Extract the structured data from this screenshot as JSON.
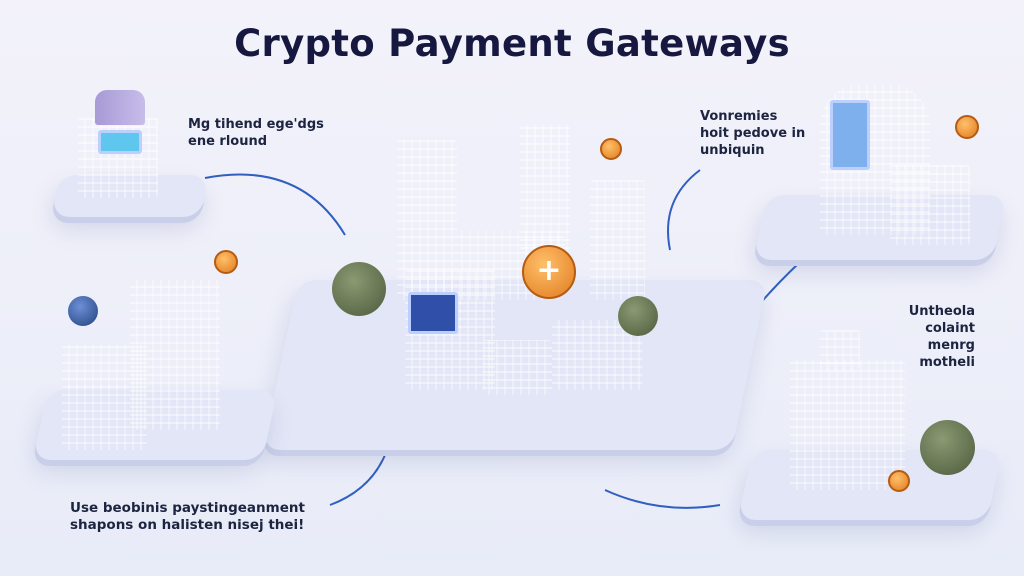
{
  "title": "Crypto Payment Gateways",
  "captions": {
    "top_left": [
      "Mg tihend ege'dgs",
      "ene rlound"
    ],
    "top_right": [
      "Vonremies",
      "hoit pedove in",
      "unbiquin"
    ],
    "mid_right": [
      "Untheola",
      "colaint menrg",
      "motheli"
    ],
    "bottom_left": [
      "Use beobinis paystingeanment",
      "shapons on halisten nisej thei!"
    ]
  },
  "coin_symbol": "+",
  "colors": {
    "accent": "#e07b1f",
    "arrow": "#2f5fc0",
    "title": "#16183f"
  }
}
